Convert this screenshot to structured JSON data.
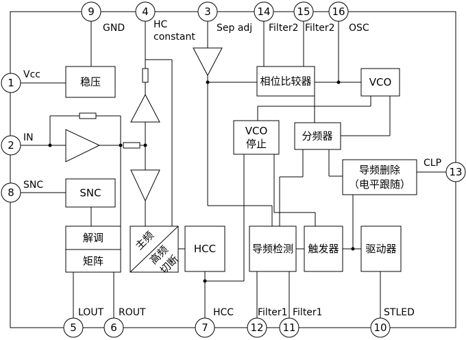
{
  "pins": [
    {
      "num": "9",
      "name": "GND"
    },
    {
      "num": "4",
      "name": "HC",
      "name2": "constant"
    },
    {
      "num": "3",
      "name": "Sep adj"
    },
    {
      "num": "14",
      "name": "Filter2"
    },
    {
      "num": "15",
      "name": "Filter2"
    },
    {
      "num": "16",
      "name": "OSC"
    },
    {
      "num": "1",
      "name": "Vcc"
    },
    {
      "num": "2",
      "name": "IN"
    },
    {
      "num": "8",
      "name": "SNC"
    },
    {
      "num": "13",
      "name": "CLP"
    },
    {
      "num": "5",
      "name": "LOUT"
    },
    {
      "num": "6",
      "name": "ROUT"
    },
    {
      "num": "7",
      "name": "HCC"
    },
    {
      "num": "12",
      "name": "Filter1"
    },
    {
      "num": "11",
      "name": "Filter1"
    },
    {
      "num": "10",
      "name": "STLED"
    }
  ],
  "blocks": {
    "regulator": "稳压",
    "phase_comparator": "相位比较器",
    "vco": "VCO",
    "vco_stop_1": "VCO",
    "vco_stop_2": "停止",
    "divider": "分频器",
    "pilot_cancel_1": "导频删除",
    "pilot_cancel_2": "（电平跟随）",
    "snc": "SNC",
    "demod": "解调",
    "matrix": "矩阵",
    "switch_main": "主频",
    "switch_high": "高频",
    "switch_cut": "切断",
    "hcc": "HCC",
    "pilot_detect": "导频检测",
    "trigger": "触发器",
    "driver": "驱动器"
  }
}
